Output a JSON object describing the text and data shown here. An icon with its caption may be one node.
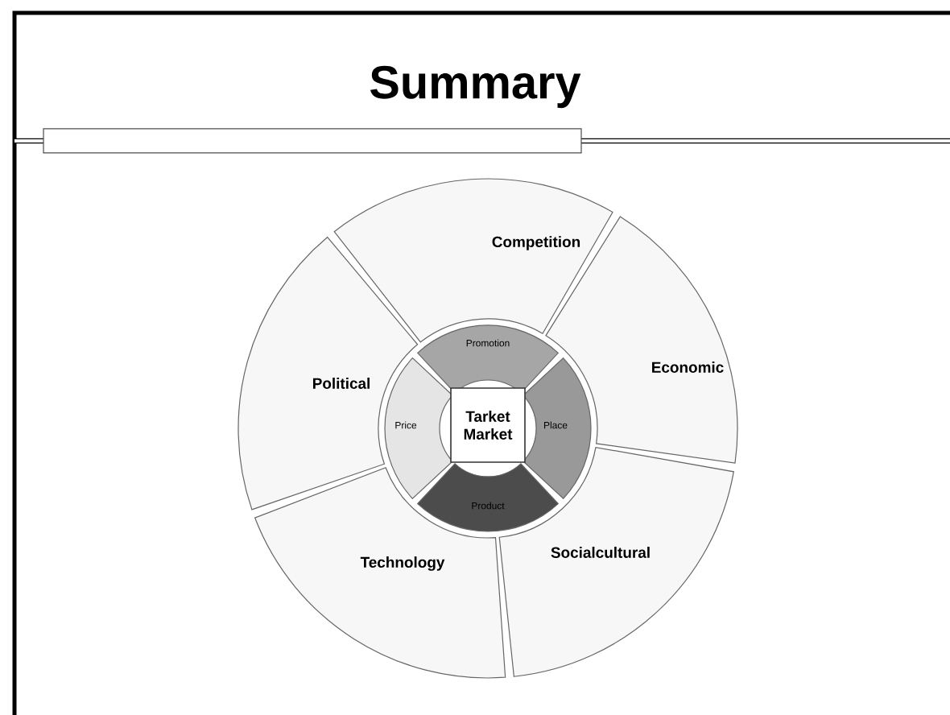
{
  "diagram": {
    "title": "Summary",
    "nodes": [
      {
        "text": [
          "Competition"
        ]
      },
      {
        "text": [
          "Promotion"
        ]
      },
      {
        "text": [
          "Economic"
        ]
      },
      {
        "text": [
          "Political"
        ]
      },
      {
        "text": [
          "Price"
        ]
      },
      {
        "text": [
          "Tarket Market"
        ]
      },
      {
        "text": [
          "Place"
        ]
      },
      {
        "text": [
          "Product"
        ]
      },
      {
        "text": [
          "Socialcultural"
        ]
      },
      {
        "text": [
          "Technology"
        ]
      }
    ]
  }
}
